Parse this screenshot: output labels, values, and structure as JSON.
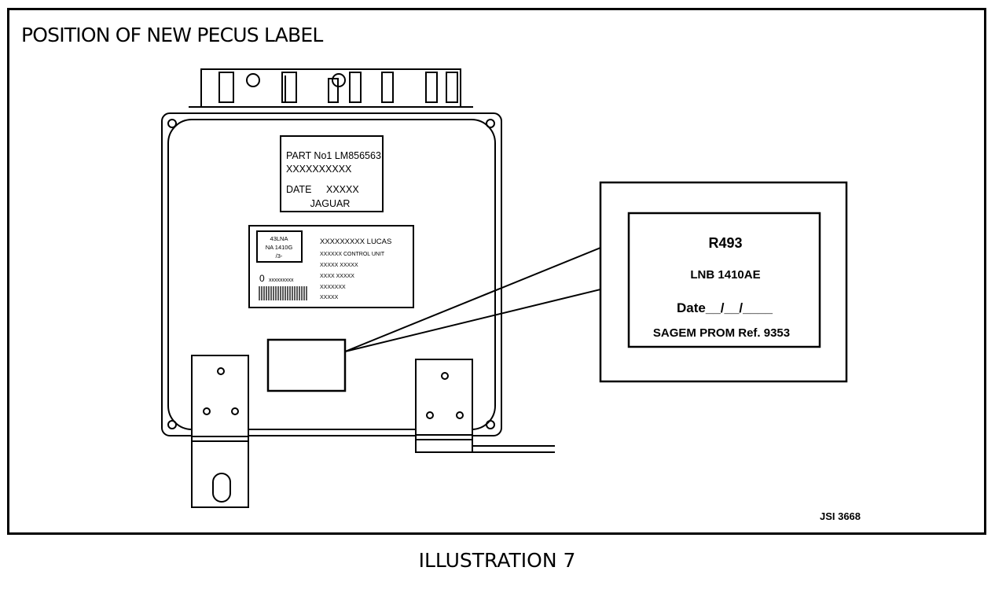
{
  "title": "POSITION OF NEW PECUS LABEL",
  "caption": "ILLUSTRATION 7",
  "reference_code": "JSI 3668",
  "ecu_label_top": {
    "line1": "PART No1 LM856563",
    "line2": "XXXXXXXXXX",
    "date_label": "DATE",
    "date_value": "XXXXX",
    "brand": "JAGUAR"
  },
  "ecu_label_lucas": {
    "small_box_lines": [
      "43LNA",
      "NA 1410G",
      "/3-"
    ],
    "zero_mark": "0",
    "zero_text": "xxxxxxxxx",
    "lines": [
      "XXXXXXXXX LUCAS",
      "XXXXXX CONTROL UNIT",
      "XXXXX XXXXX",
      "XXXX XXXXX",
      "XXXXXXX",
      "XXXXX"
    ]
  },
  "new_label": {
    "line1": "R493",
    "line2": "LNB 1410AE",
    "line3": "Date__/__/____",
    "line4": "SAGEM PROM Ref. 9353"
  }
}
